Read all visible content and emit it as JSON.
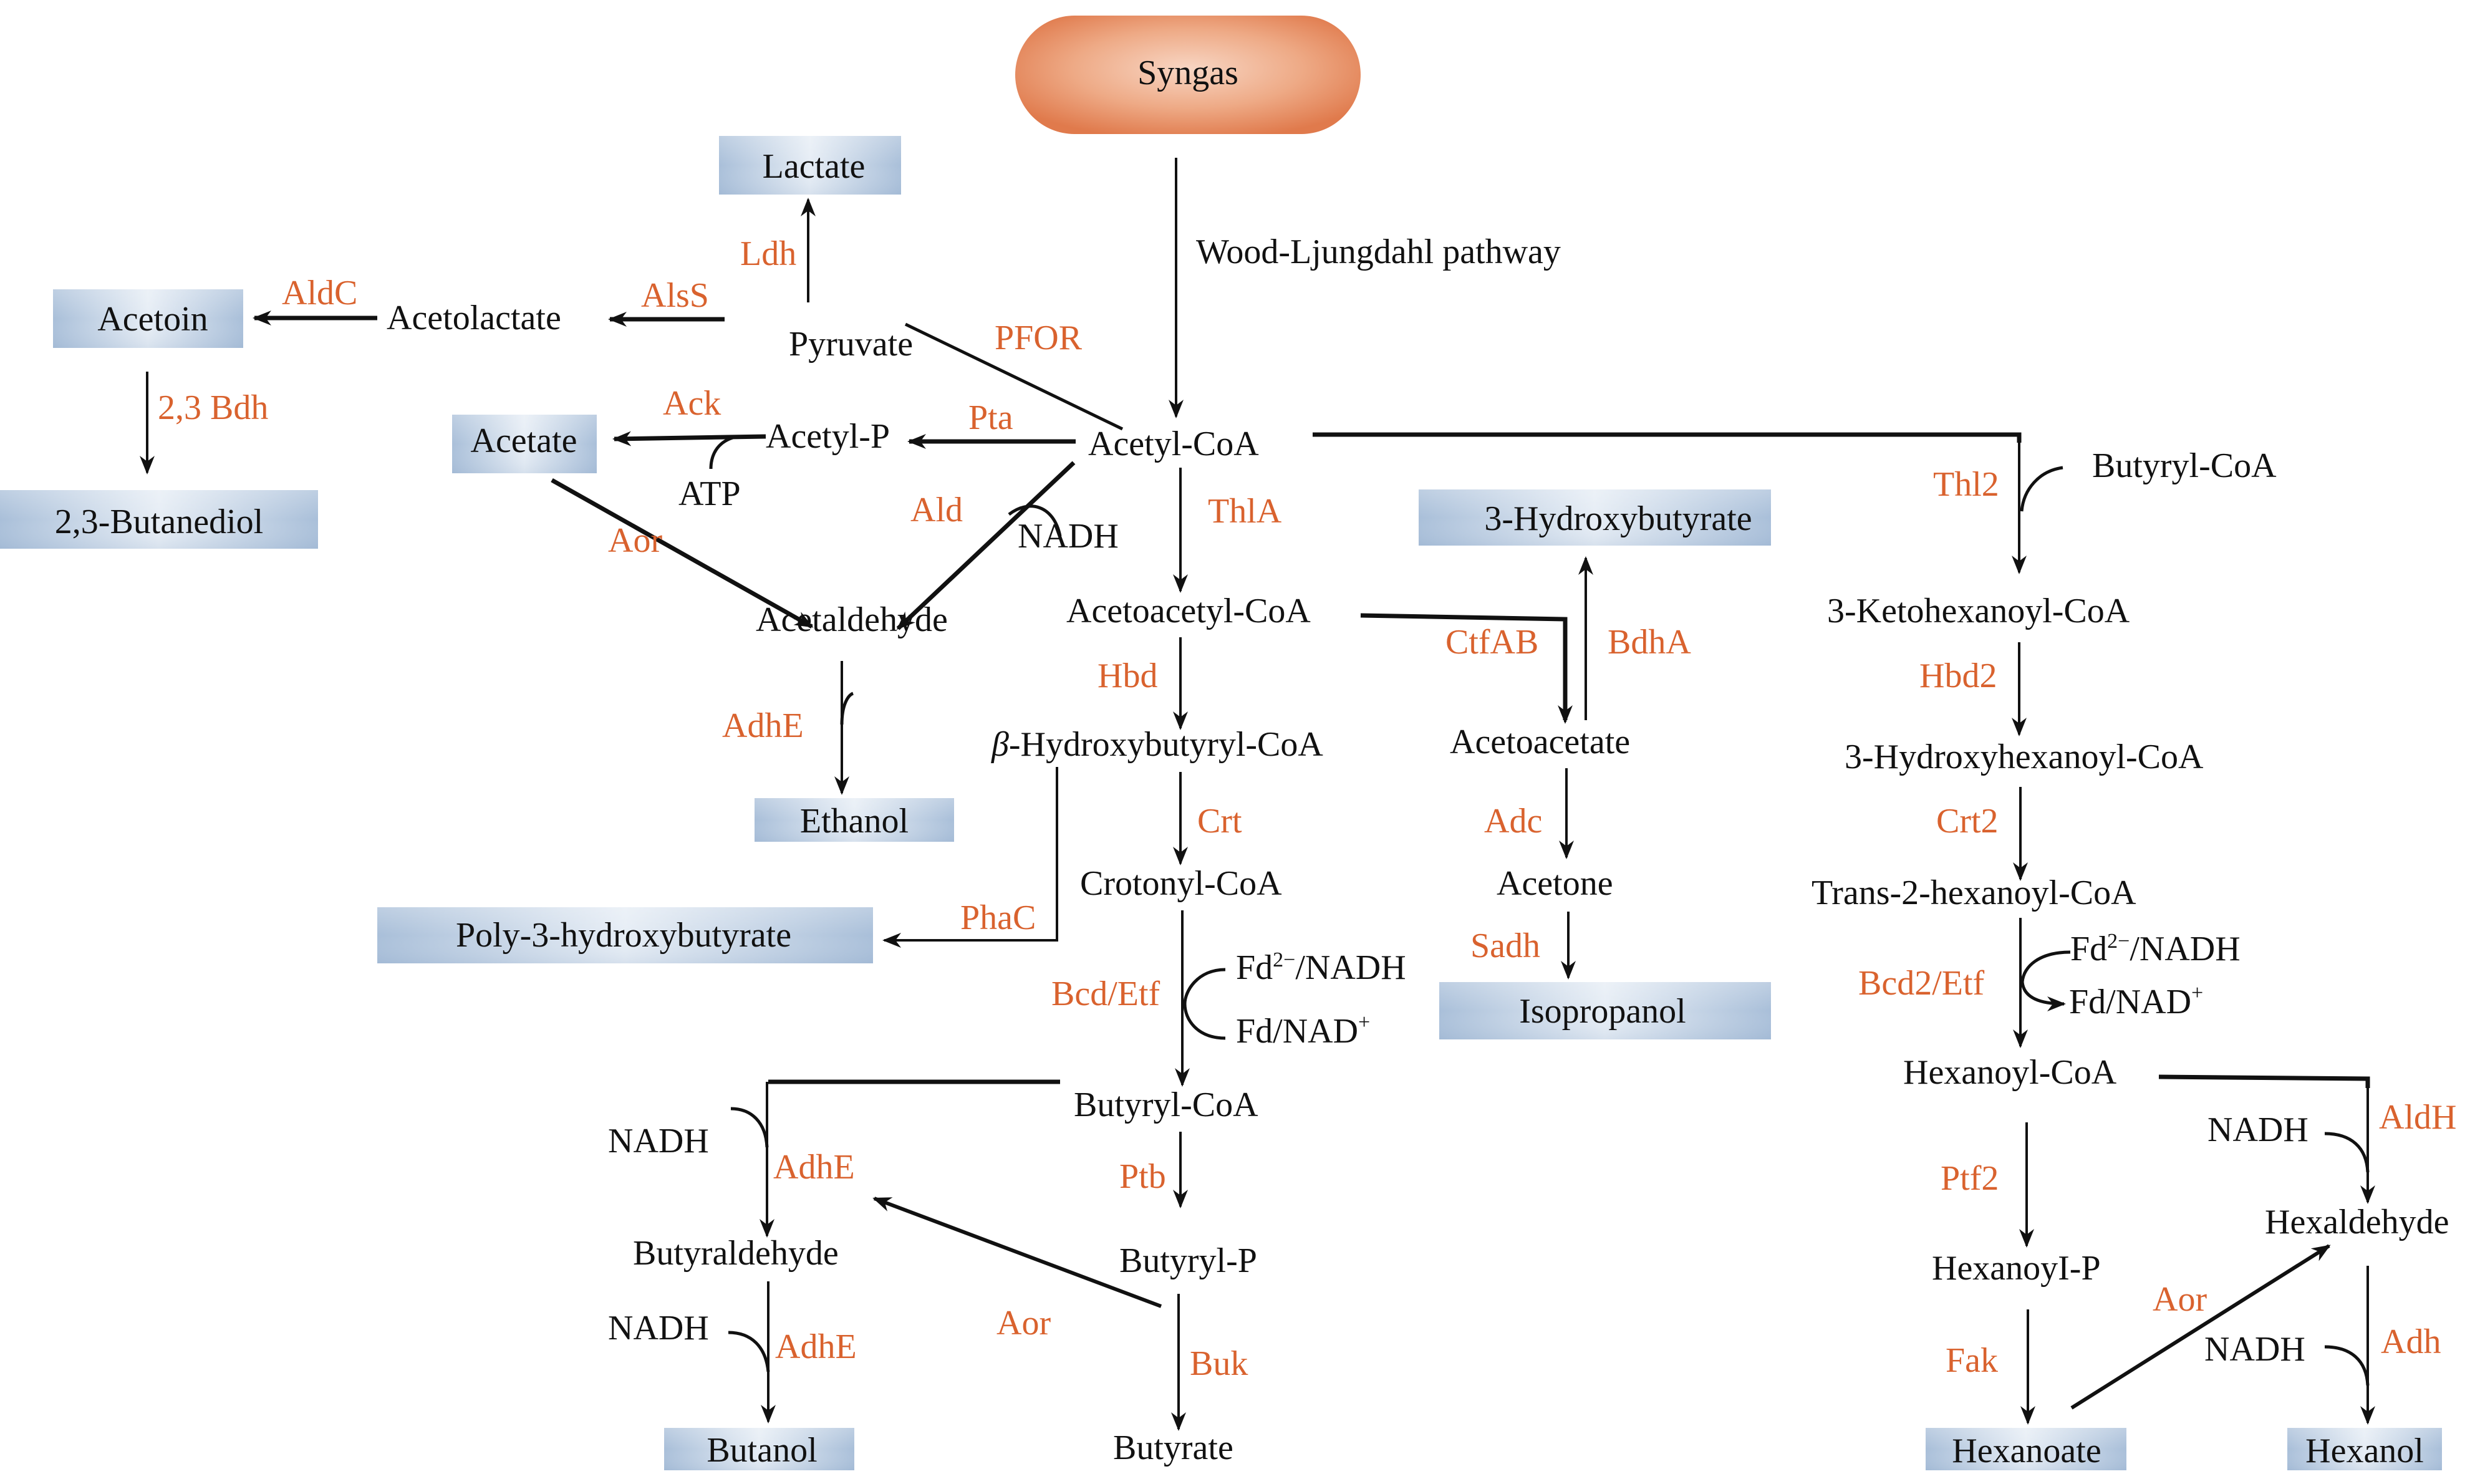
{
  "diagram": {
    "title": "Syngas fermentation metabolic pathways",
    "source": {
      "label": "Syngas"
    },
    "pathway_label": "Wood-Ljungdahl pathway",
    "colors": {
      "enzyme_text": "#d9622e",
      "metabolite_text": "#111111",
      "product_box": "#b4c8de",
      "source_fill": "#e07a4c"
    },
    "products": {
      "lactate": "Lactate",
      "acetoin": "Acetoin",
      "butanediol": "2,3-Butanediol",
      "acetate": "Acetate",
      "hydroxybutyrate": "3-Hydroxybutyrate",
      "ethanol": "Ethanol",
      "phb": "Poly-3-hydroxybutyrate",
      "isopropanol": "Isopropanol",
      "butanol": "Butanol",
      "hexanoate": "Hexanoate",
      "hexanol": "Hexanol"
    },
    "metabolites": {
      "acetolactate": "Acetolactate",
      "pyruvate": "Pyruvate",
      "acetyl_p": "Acetyl-P",
      "atp": "ATP",
      "acetyl_coa": "Acetyl-CoA",
      "nadh_ald": "NADH",
      "acetaldehyde": "Acetaldehyde",
      "acetoacetyl_coa": "Acetoacetyl-CoA",
      "beta_prefix": "β",
      "beta_rest": "-Hydroxybutyryl-CoA",
      "crotonyl_coa": "Crotonyl-CoA",
      "fd_nadh_base": "Fd",
      "fd_nadh_sup": "2−",
      "fd_nadh_rest": "/NADH",
      "fd_nad_base": "Fd/NAD",
      "fd_nad_sup": "+",
      "butyryl_coa": "Butyryl-CoA",
      "butyryl_p": "Butyryl-P",
      "butyrate": "Butyrate",
      "butyraldehyde": "Butyraldehyde",
      "nadh_1": "NADH",
      "nadh_2": "NADH",
      "acetoacetate": "Acetoacetate",
      "acetone": "Acetone",
      "butyryl_coa_right": "Butyryl-CoA",
      "ketohexanoyl_coa": "3-Ketohexanoyl-CoA",
      "hydroxyhexanoyl_coa": "3-Hydroxyhexanoyl-CoA",
      "trans_hexanoyl_coa": "Trans-2-hexanoyl-CoA",
      "hexanoyl_coa": "Hexanoyl-CoA",
      "hexanoyl_p": "HexanoyI-P",
      "hexaldehyde": "Hexaldehyde",
      "nadh_3": "NADH",
      "nadh_4": "NADH"
    },
    "enzymes": {
      "ldh": "Ldh",
      "aldc": "AldC",
      "alss": "AlsS",
      "pfor": "PFOR",
      "bdh23": "2,3 Bdh",
      "ack": "Ack",
      "pta": "Pta",
      "aor_1": "Aor",
      "ald": "Ald",
      "thla": "ThlA",
      "adhe_1": "AdhE",
      "hbd": "Hbd",
      "ctfab": "CtfAB",
      "bdha": "BdhA",
      "crt": "Crt",
      "phac": "PhaC",
      "adc": "Adc",
      "sadh": "Sadh",
      "bcd_etf": "Bcd/Etf",
      "adhe_2": "AdhE",
      "adhe_3": "AdhE",
      "ptb": "Ptb",
      "aor_2": "Aor",
      "buk": "Buk",
      "thl2": "Thl2",
      "hbd2": "Hbd2",
      "crt2": "Crt2",
      "bcd2_etf": "Bcd2/Etf",
      "aldh": "AldH",
      "ptf2": "Ptf2",
      "aor_3": "Aor",
      "fak": "Fak",
      "adh": "Adh"
    }
  }
}
